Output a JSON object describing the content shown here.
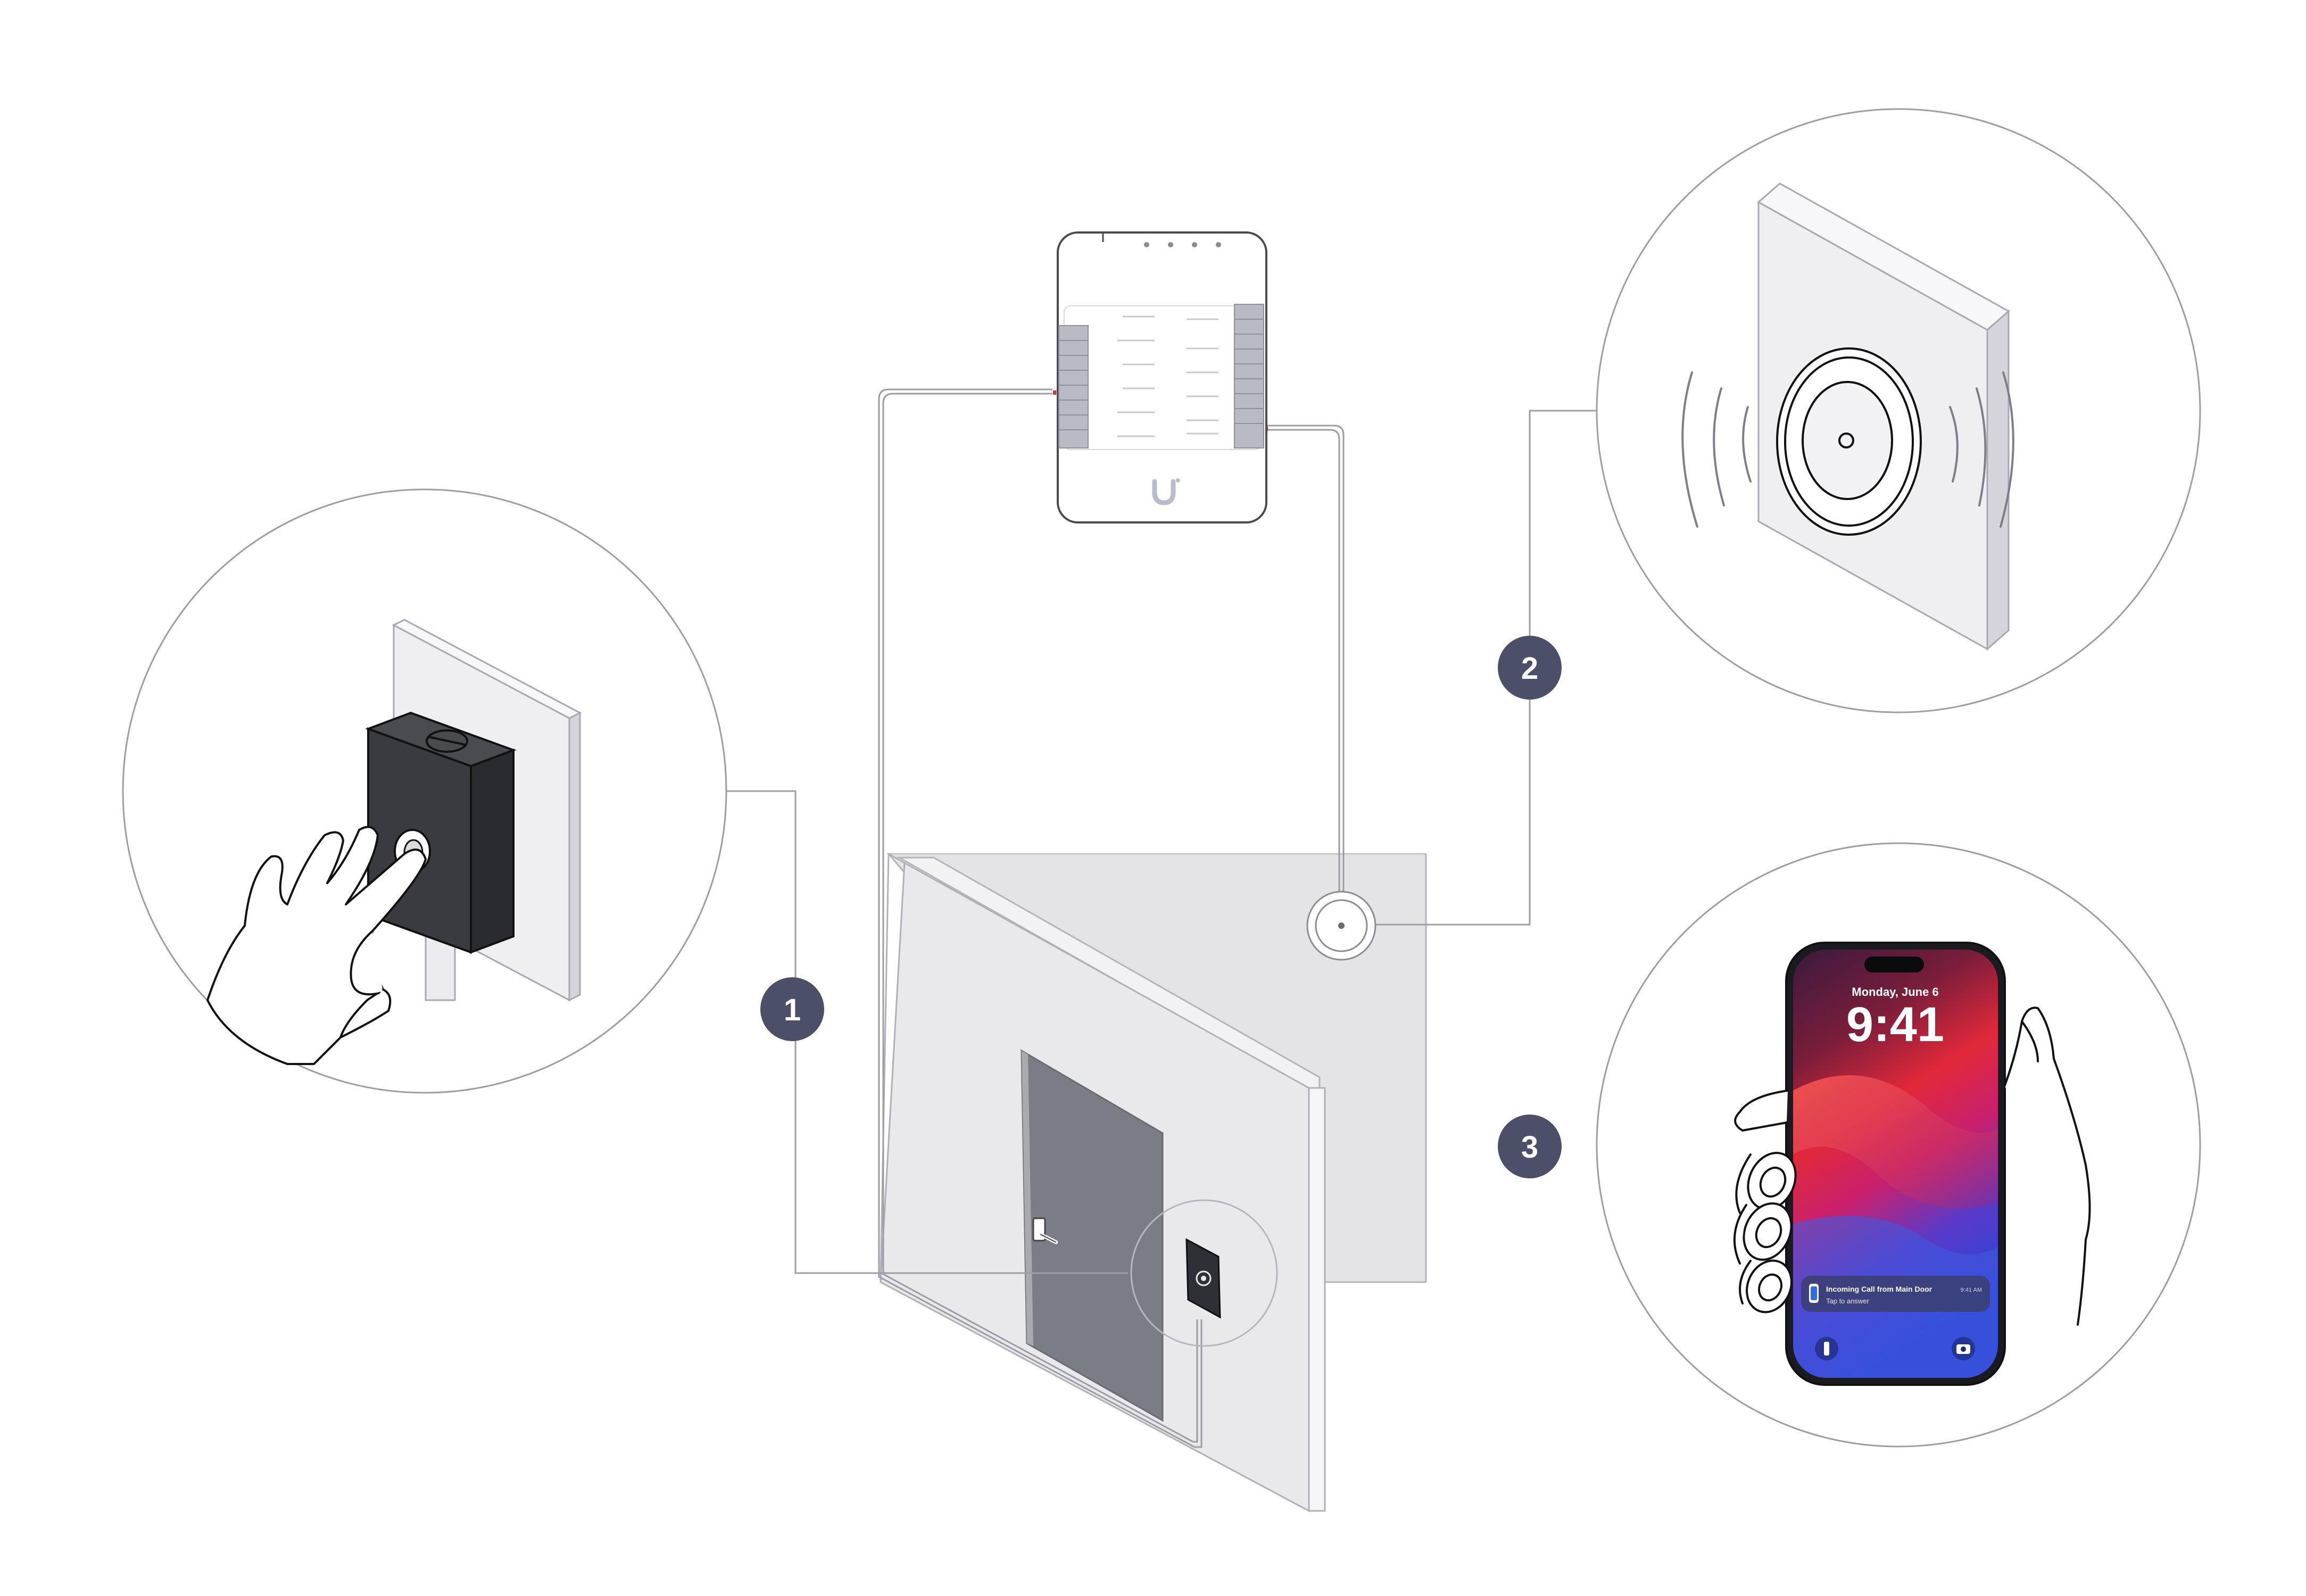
{
  "steps": [
    {
      "number": "1"
    },
    {
      "number": "2"
    },
    {
      "number": "3"
    }
  ],
  "phone": {
    "date": "Monday, June 6",
    "time": "9:41",
    "notification": {
      "title": "Incoming Call from Main Door",
      "subtitle": "Tap to answer",
      "time": "9:41 AM"
    }
  },
  "colors": {
    "badge": "#4b5068",
    "line": "#9d9da8",
    "wall": "#e8e8ea",
    "door": "#7d7f86",
    "device_dark": "#3a3b40",
    "hub_logo": "#b8bccc"
  },
  "icons": [
    "hand-icon",
    "doorbell-button-icon",
    "ceiling-sensor-icon",
    "smartphone-icon",
    "flashlight-icon",
    "camera-icon",
    "access-hub-logo-icon"
  ]
}
